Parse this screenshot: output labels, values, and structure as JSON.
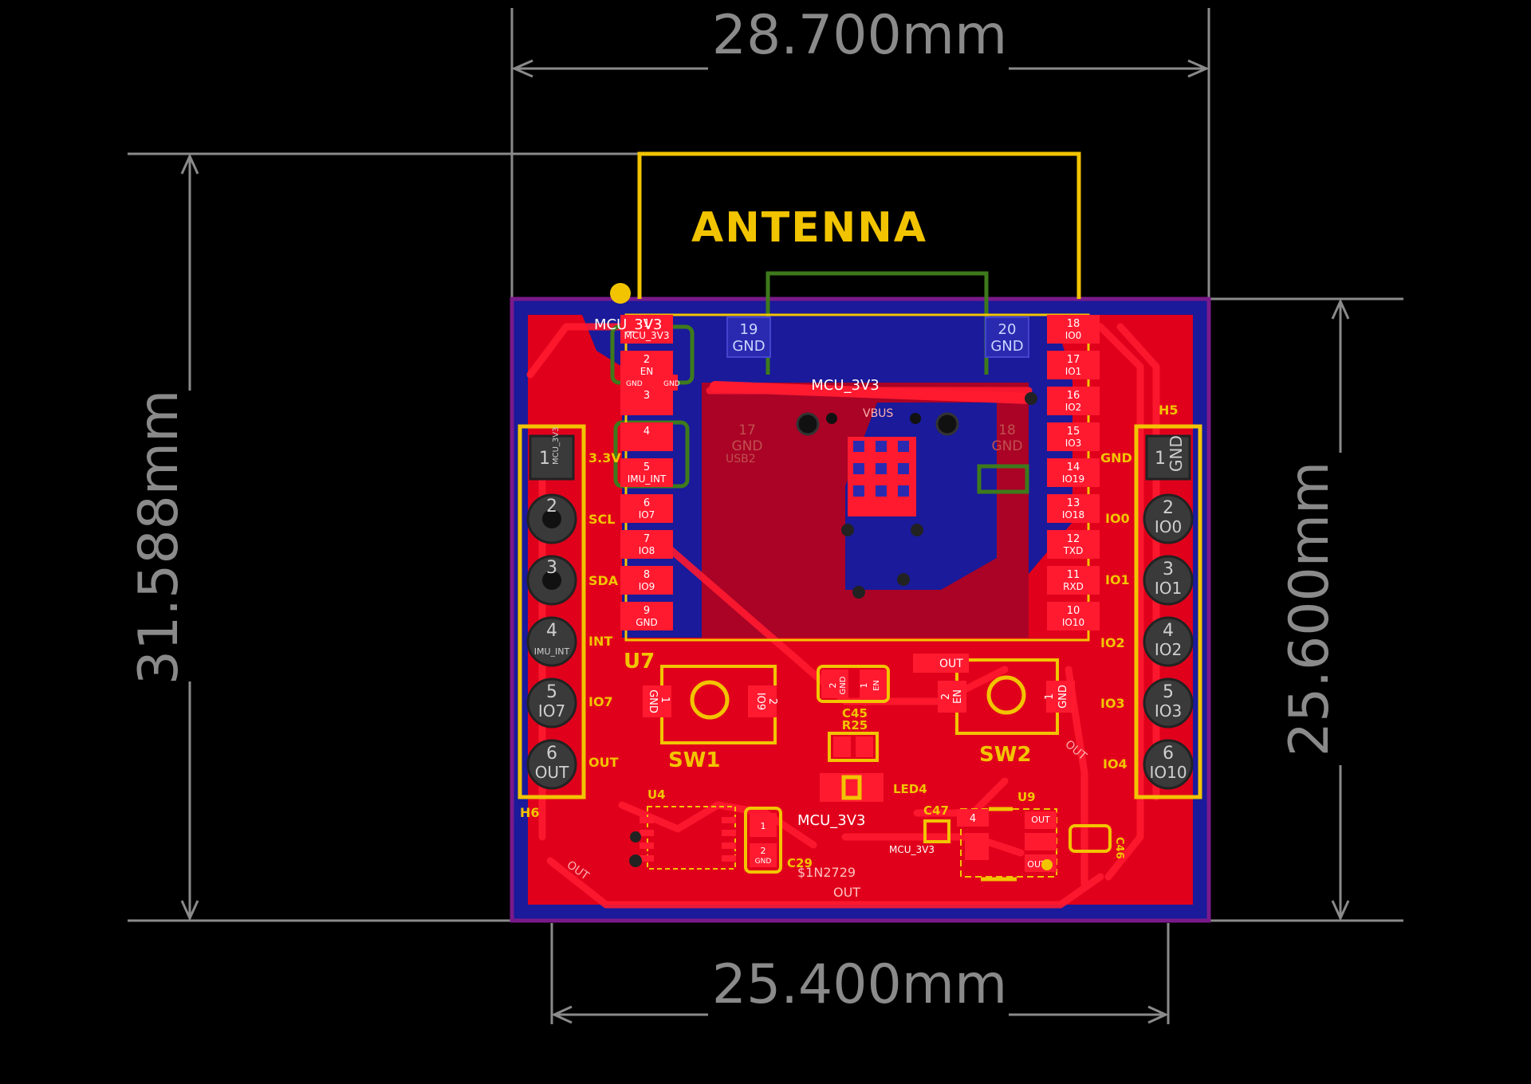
{
  "dimensions": {
    "top_width": "28.700mm",
    "left_height": "31.588mm",
    "right_height": "25.600mm",
    "bottom_width": "25.400mm"
  },
  "colors": {
    "background": "#000000",
    "copper_top": "#e0001b",
    "copper_bottom": "#1a1a9a",
    "silkscreen": "#f2c400",
    "board_outline": "#7a1a8a",
    "dimension": "#8a8a8a",
    "keepout": "#3e7a1c"
  },
  "labels": {
    "antenna": "ANTENNA",
    "u7": "U7",
    "sw1": "SW1",
    "sw2": "SW2",
    "u4": "U4",
    "u9": "U9",
    "h5": "H5",
    "h6": "H6",
    "c29": "C29",
    "c45": "C45",
    "r25": "R25",
    "led4": "LED4",
    "c47": "C47",
    "c46": "C46",
    "usb2": "USB2",
    "mcu_3v3_top": "MCU_3V3",
    "mcu_3v3_rail": "MCU_3V3",
    "mcu_3v3_bottom": "MCU_3V3",
    "mcu_3v3_small": "MCU_3V3",
    "n1n2729": "$1N2729",
    "out_bottom": "OUT",
    "vbus": "VBUS"
  },
  "left_header": {
    "pins": [
      {
        "num": "1",
        "sub": "MCU_3V3",
        "label": "3.3V"
      },
      {
        "num": "2",
        "sub": "",
        "label": "SCL"
      },
      {
        "num": "3",
        "sub": "",
        "label": "SDA"
      },
      {
        "num": "4",
        "sub": "IMU_INT",
        "label": "INT"
      },
      {
        "num": "5",
        "sub": "IO7",
        "label": "IO7"
      },
      {
        "num": "6",
        "sub": "OUT",
        "label": "OUT"
      }
    ]
  },
  "right_header": {
    "pins": [
      {
        "num": "1",
        "sub": "GND",
        "label": "GND"
      },
      {
        "num": "2",
        "sub": "IO0",
        "label": "IO0"
      },
      {
        "num": "3",
        "sub": "IO1",
        "label": "IO1"
      },
      {
        "num": "4",
        "sub": "IO2",
        "label": "IO2"
      },
      {
        "num": "5",
        "sub": "IO3",
        "label": "IO3"
      },
      {
        "num": "6",
        "sub": "IO10",
        "label": "IO4"
      }
    ]
  },
  "module_left_pads": [
    {
      "num": "1",
      "net": "MCU_3V3"
    },
    {
      "num": "2",
      "net": "EN"
    },
    {
      "num": "3",
      "net": ""
    },
    {
      "num": "4",
      "net": ""
    },
    {
      "num": "5",
      "net": "IMU_INT"
    },
    {
      "num": "6",
      "net": "IO7"
    },
    {
      "num": "7",
      "net": "IO8"
    },
    {
      "num": "8",
      "net": "IO9"
    },
    {
      "num": "9",
      "net": "GND"
    }
  ],
  "module_right_pads": [
    {
      "num": "18",
      "net": "IO0"
    },
    {
      "num": "17",
      "net": "IO1"
    },
    {
      "num": "16",
      "net": "IO2"
    },
    {
      "num": "15",
      "net": "IO3"
    },
    {
      "num": "14",
      "net": "IO19"
    },
    {
      "num": "13",
      "net": "IO18"
    },
    {
      "num": "12",
      "net": "TXD"
    },
    {
      "num": "11",
      "net": "RXD"
    },
    {
      "num": "10",
      "net": "IO10"
    }
  ],
  "module_gnd_pads": [
    {
      "num": "19",
      "net": "GND"
    },
    {
      "num": "20",
      "net": "GND"
    },
    {
      "num": "17",
      "net": "GND"
    },
    {
      "num": "18",
      "net": "GND"
    }
  ],
  "sw1_pads": [
    {
      "num": "1",
      "net": "GND"
    },
    {
      "num": "2",
      "net": "IO9"
    }
  ],
  "sw2_pads": [
    {
      "num": "2",
      "net": "EN"
    },
    {
      "num": "1",
      "net": "GND"
    }
  ],
  "misc_pads": {
    "c45_1": "1",
    "c45_2": "2",
    "c45_gnd": "GND",
    "c45_en": "EN",
    "c29_1": "1",
    "c29_2": "2",
    "c29_gnd": "GND",
    "c1_gnd_left": "GND",
    "c1_gnd_right": "GND",
    "u9_4": "4",
    "u9_out1": "OUT",
    "u9_out2": "OUT",
    "out_top": "OUT",
    "out_right": "OUT",
    "out_sw2": "OUT"
  }
}
